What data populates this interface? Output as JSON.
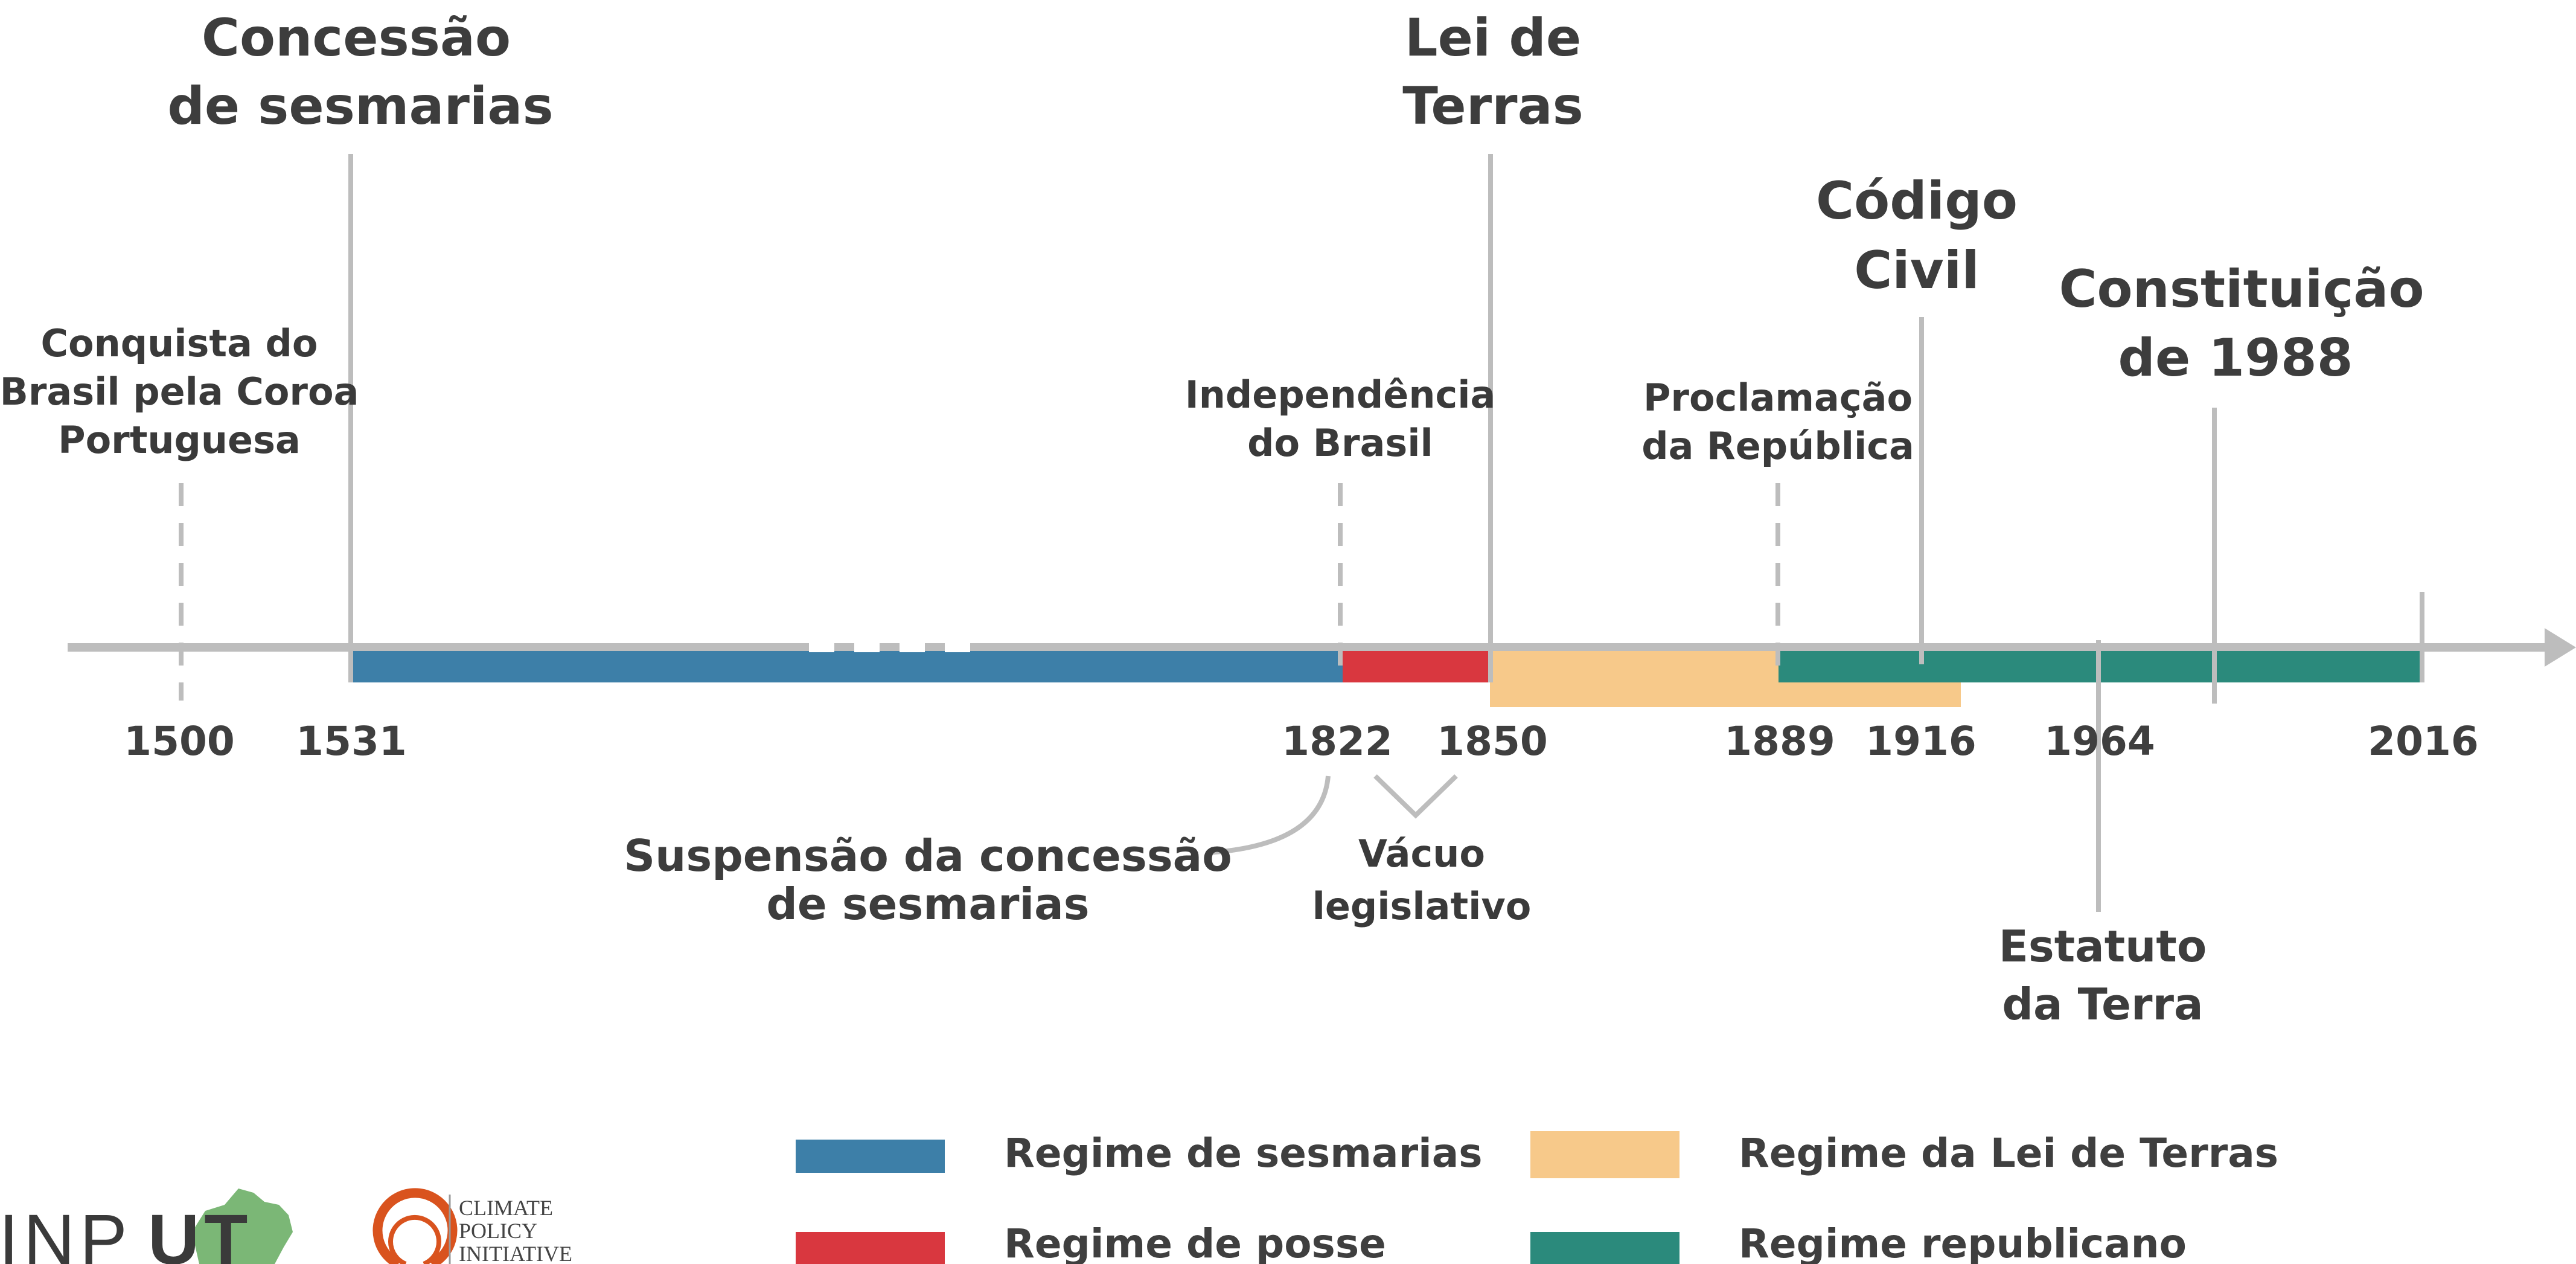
{
  "milestones": {
    "concessao": [
      "Concessão",
      "de sesmarias"
    ],
    "lei_terras": [
      "Lei de",
      "Terras"
    ],
    "codigo_civil": [
      "Código",
      "Civil"
    ],
    "constituicao": [
      "Constituição",
      "de 1988"
    ],
    "conquista": [
      "Conquista do",
      "Brasil pela Coroa",
      "Portuguesa"
    ],
    "independencia": [
      "Independência",
      "do Brasil"
    ],
    "proclamacao": [
      "Proclamação",
      "da República"
    ],
    "suspensao": [
      "Suspensão da concessão",
      "de sesmarias"
    ],
    "vacuo": [
      "Vácuo",
      "legislativo"
    ],
    "estatuto": [
      "Estatuto",
      "da Terra"
    ]
  },
  "years": [
    "1500",
    "1531",
    "1822",
    "1850",
    "1889",
    "1916",
    "1964",
    "2016"
  ],
  "regimes": [
    {
      "key": "sesmarias",
      "label": "Regime de sesmarias",
      "color": "#3d7fa8"
    },
    {
      "key": "posse",
      "label": "Regime de posse",
      "color": "#d9373f"
    },
    {
      "key": "lei_terras",
      "label": "Regime da Lei de Terras",
      "color": "#f7c98a"
    },
    {
      "key": "republicano",
      "label": "Regime republicano",
      "color": "#2b8a7c"
    }
  ],
  "colors": {
    "axis": "#bdbdbd",
    "text": "#3a3a3a",
    "cpi_orange": "#d9531e",
    "input_green": "#7bb776"
  },
  "logos": {
    "input": {
      "light": "INP",
      "bold": "UT"
    },
    "cpi": [
      "CLIMATE",
      "POLICY",
      "INITIATIVE"
    ]
  }
}
